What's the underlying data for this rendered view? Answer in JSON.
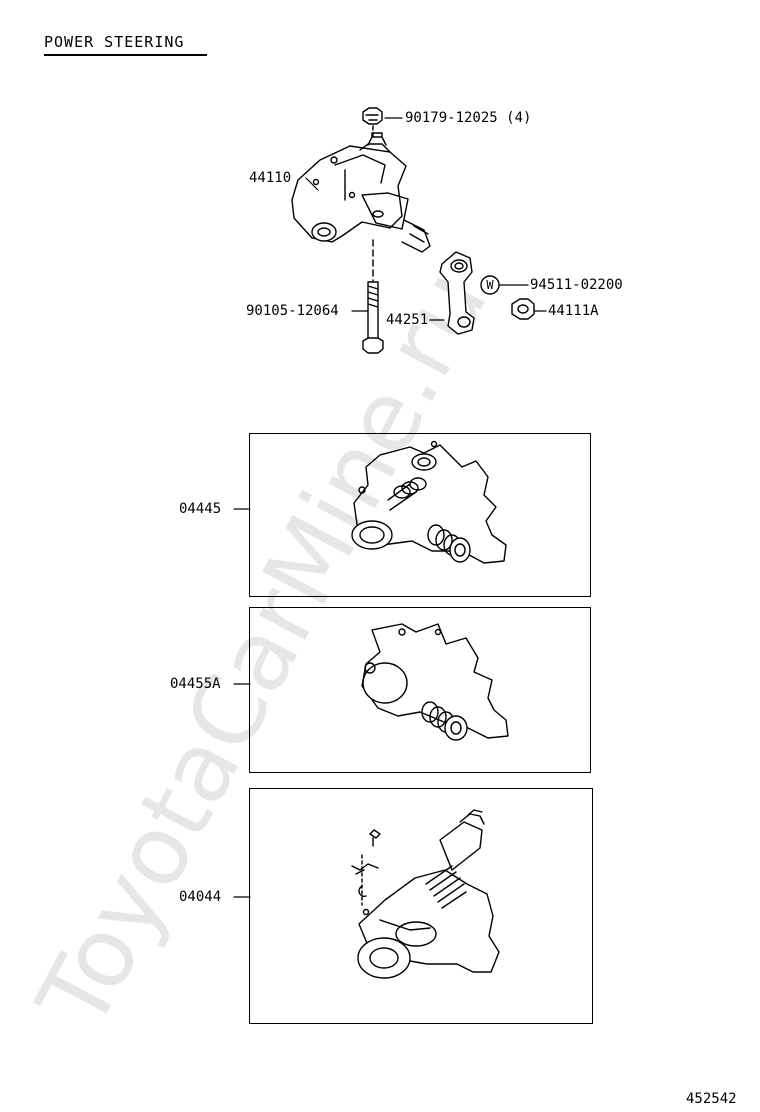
{
  "title": "POWER STEERING",
  "watermark": "ToyotaCarMine.ru",
  "figure_number": "452542",
  "parts": {
    "bolt_top": "90179-12025 (4)",
    "gear_housing": "44110",
    "washer": "94511-02200",
    "washer_symbol": "W",
    "nut": "44111A",
    "bolt_bottom": "90105-12064",
    "pitman_arm": "44251"
  },
  "kits": {
    "kit1": "04445",
    "kit2": "04455A",
    "kit3": "04044"
  }
}
